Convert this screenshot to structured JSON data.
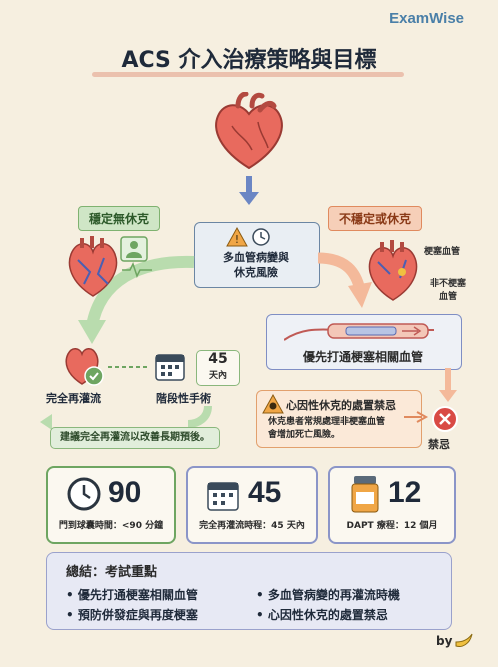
{
  "brand": "ExamWise",
  "title": "ACS 介入治療策略與目標",
  "stable": {
    "tag": "穩定無休克",
    "complete": "完全再灌流",
    "staged": "階段性手術",
    "days_num": "45",
    "days_unit": "天內",
    "banner": "建議完全再灌流以改善長期預後。"
  },
  "center": {
    "line1": "多血管病變與",
    "line2": "休克風險"
  },
  "unstable": {
    "tag": "不穩定或休克",
    "culprit": "梗塞血管",
    "non_culprit_1": "非不梗塞",
    "non_culprit_2": "血管",
    "pci": "優先打通梗塞相關血管",
    "shock_title": "心因性休克的處置禁忌",
    "shock_body_1": "休克患者常規處理非梗塞血管",
    "shock_body_2": "會增加死亡風險。",
    "forbid": "禁忌"
  },
  "stats": [
    {
      "value": "90",
      "label": "門到球囊時間：<90 分鐘",
      "icon": "clock-icon"
    },
    {
      "value": "45",
      "label": "完全再灌流時程：45 天內",
      "icon": "calendar-icon"
    },
    {
      "value": "12",
      "label": "DAPT 療程：12 個月",
      "icon": "pill-bottle-icon"
    }
  ],
  "summary": {
    "title": "總結：考試重點",
    "items": [
      "優先打通梗塞相關血管",
      "多血管病變的再灌流時機",
      "預防併發症與再度梗塞",
      "心因性休克的處置禁忌"
    ]
  },
  "footer": "by",
  "colors": {
    "green": "#6ea561",
    "orange": "#e08a5e",
    "blue": "#4a7fa8",
    "red": "#d94a45"
  }
}
